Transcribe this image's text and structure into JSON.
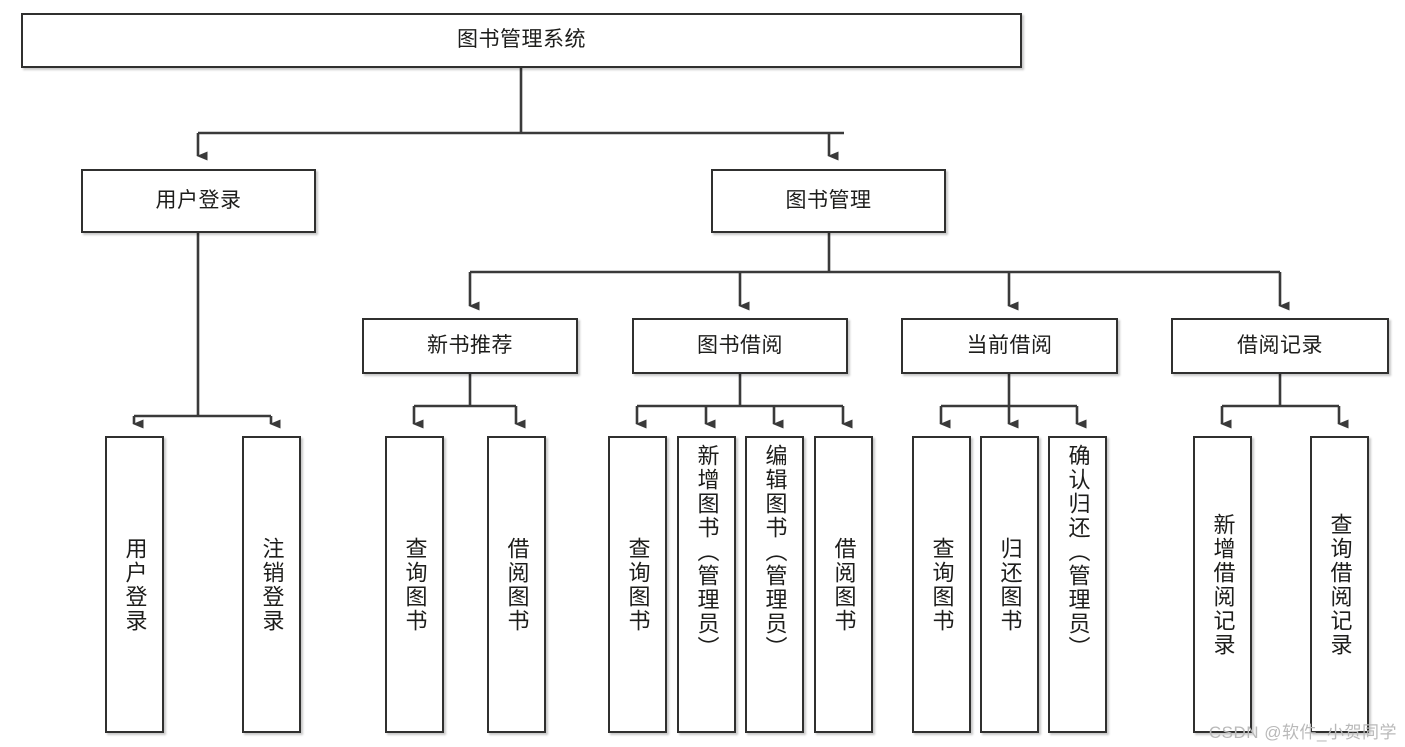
{
  "diagram": {
    "title": "图书管理系统",
    "type": "tree",
    "watermark": "CSDN @软件_小贺同学",
    "colors": {
      "box_border": "#30302f",
      "box_fill": "#ffffff",
      "text": "#1d1d1b",
      "connector": "#3a3a3a",
      "watermark": "#b9b9b9",
      "background": "#ffffff"
    },
    "nodes": {
      "root": {
        "label": "图书管理系统",
        "level": 0
      },
      "l1": [
        {
          "id": "user-login",
          "label": "用户登录",
          "level": 1
        },
        {
          "id": "book-manage",
          "label": "图书管理",
          "level": 1
        }
      ],
      "l2": [
        {
          "id": "new-book-rec",
          "label": "新书推荐",
          "level": 2,
          "parent": "book-manage"
        },
        {
          "id": "book-borrow",
          "label": "图书借阅",
          "level": 2,
          "parent": "book-manage"
        },
        {
          "id": "current-borrow",
          "label": "当前借阅",
          "level": 2,
          "parent": "book-manage"
        },
        {
          "id": "borrow-record",
          "label": "借阅记录",
          "level": 2,
          "parent": "book-manage"
        }
      ],
      "leaves": [
        {
          "id": "leaf-user-login",
          "label": "用户登录",
          "parent": "user-login"
        },
        {
          "id": "leaf-logout",
          "label": "注销登录",
          "parent": "user-login"
        },
        {
          "id": "leaf-query-book-1",
          "label": "查询图书",
          "parent": "new-book-rec"
        },
        {
          "id": "leaf-borrow-book-1",
          "label": "借阅图书",
          "parent": "new-book-rec"
        },
        {
          "id": "leaf-query-book-2",
          "label": "查询图书",
          "parent": "book-borrow"
        },
        {
          "id": "leaf-add-book",
          "label": "新增图书（管理员）",
          "parent": "book-borrow"
        },
        {
          "id": "leaf-edit-book",
          "label": "编辑图书（管理员）",
          "parent": "book-borrow"
        },
        {
          "id": "leaf-borrow-book-2",
          "label": "借阅图书",
          "parent": "book-borrow"
        },
        {
          "id": "leaf-query-book-3",
          "label": "查询图书",
          "parent": "current-borrow"
        },
        {
          "id": "leaf-return-book",
          "label": "归还图书",
          "parent": "current-borrow"
        },
        {
          "id": "leaf-confirm-return",
          "label": "确认归还（管理员）",
          "parent": "current-borrow"
        },
        {
          "id": "leaf-add-record",
          "label": "新增借阅记录",
          "parent": "borrow-record"
        },
        {
          "id": "leaf-query-record",
          "label": "查询借阅记录",
          "parent": "borrow-record"
        }
      ]
    }
  }
}
